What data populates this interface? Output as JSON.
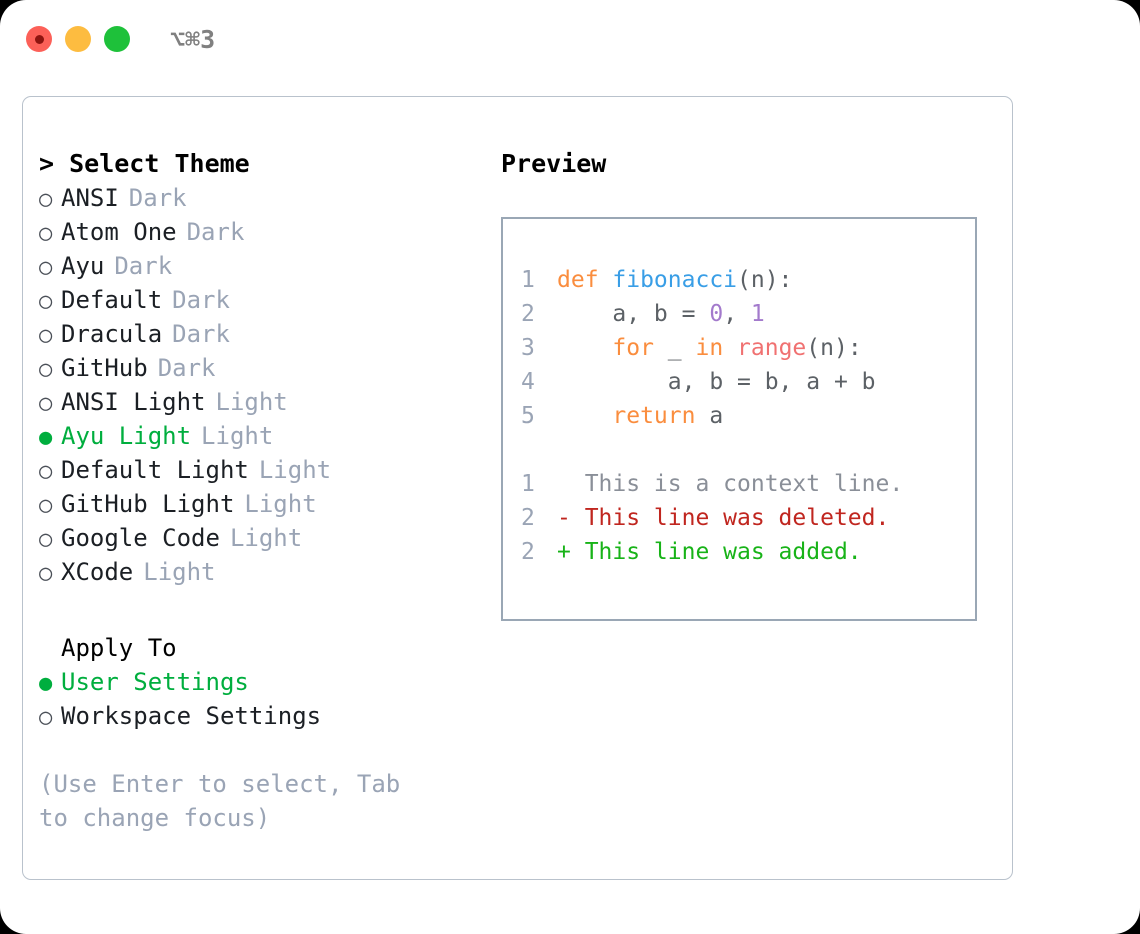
{
  "titlebar": {
    "shortcut": "⌥⌘3",
    "lights": [
      {
        "name": "close",
        "color": "#fc6058"
      },
      {
        "name": "minimize",
        "color": "#fdbc40"
      },
      {
        "name": "maximize",
        "color": "#1ec13a"
      }
    ]
  },
  "theme_picker": {
    "header": "> Select Theme",
    "selected_marker": "●",
    "unselected_marker": "○",
    "items": [
      {
        "label": "ANSI",
        "tag": "Dark",
        "selected": false
      },
      {
        "label": "Atom One",
        "tag": "Dark",
        "selected": false
      },
      {
        "label": "Ayu",
        "tag": "Dark",
        "selected": false
      },
      {
        "label": "Default",
        "tag": "Dark",
        "selected": false
      },
      {
        "label": "Dracula",
        "tag": "Dark",
        "selected": false
      },
      {
        "label": "GitHub",
        "tag": "Dark",
        "selected": false
      },
      {
        "label": "ANSI Light",
        "tag": "Light",
        "selected": false
      },
      {
        "label": "Ayu Light",
        "tag": "Light",
        "selected": true
      },
      {
        "label": "Default Light",
        "tag": "Light",
        "selected": false
      },
      {
        "label": "GitHub Light",
        "tag": "Light",
        "selected": false
      },
      {
        "label": "Google Code",
        "tag": "Light",
        "selected": false
      },
      {
        "label": "XCode",
        "tag": "Light",
        "selected": false
      }
    ]
  },
  "apply_to": {
    "header": "Apply To",
    "items": [
      {
        "label": "User Settings",
        "selected": true
      },
      {
        "label": "Workspace Settings",
        "selected": false
      }
    ]
  },
  "hint": "(Use Enter to select, Tab to change focus)",
  "preview": {
    "title": "Preview",
    "code_lines": [
      {
        "number": "1",
        "tokens": [
          {
            "text": "def ",
            "type": "kw"
          },
          {
            "text": "fibonacci",
            "type": "fn"
          },
          {
            "text": "(n):",
            "type": "plain"
          }
        ]
      },
      {
        "number": "2",
        "tokens": [
          {
            "text": "    a, b = ",
            "type": "plain"
          },
          {
            "text": "0",
            "type": "num"
          },
          {
            "text": ", ",
            "type": "plain"
          },
          {
            "text": "1",
            "type": "num"
          }
        ]
      },
      {
        "number": "3",
        "tokens": [
          {
            "text": "    ",
            "type": "plain"
          },
          {
            "text": "for",
            "type": "kw"
          },
          {
            "text": " _ ",
            "type": "plain"
          },
          {
            "text": "in",
            "type": "kw"
          },
          {
            "text": " ",
            "type": "plain"
          },
          {
            "text": "range",
            "type": "builtin"
          },
          {
            "text": "(n):",
            "type": "plain"
          }
        ]
      },
      {
        "number": "4",
        "tokens": [
          {
            "text": "        a, b = b, a + b",
            "type": "plain"
          }
        ]
      },
      {
        "number": "5",
        "tokens": [
          {
            "text": "    ",
            "type": "plain"
          },
          {
            "text": "return",
            "type": "kw"
          },
          {
            "text": " a",
            "type": "plain"
          }
        ]
      }
    ],
    "diff_lines": [
      {
        "number": "1",
        "text": "  This is a context line.",
        "type": "ctx"
      },
      {
        "number": "2",
        "text": "- This line was deleted.",
        "type": "del"
      },
      {
        "number": "2",
        "text": "+ This line was added.",
        "type": "add"
      }
    ]
  },
  "colors": {
    "accent_green": "#00ae3e",
    "muted": "#9aa4b5",
    "border": "#b9c2cc",
    "preview_border": "#9aa7b5",
    "keyword": "#fa8d3e",
    "function": "#399ee6",
    "number": "#a37acc",
    "builtin": "#f07171",
    "plain": "#5c6166",
    "diff_context": "#8a8f98",
    "diff_delete": "#c0261f",
    "diff_add": "#18b318"
  }
}
